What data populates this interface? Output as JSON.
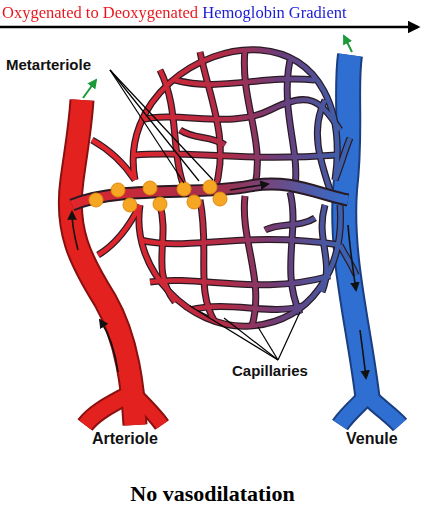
{
  "diagram": {
    "title": "Oxygenated to Deoxygenated Hemoglobin Gradient",
    "caption": "No vasodilatation",
    "labels": [
      "Metarteriole",
      "Capillaries",
      "Arteriole",
      "Venule"
    ]
  }
}
